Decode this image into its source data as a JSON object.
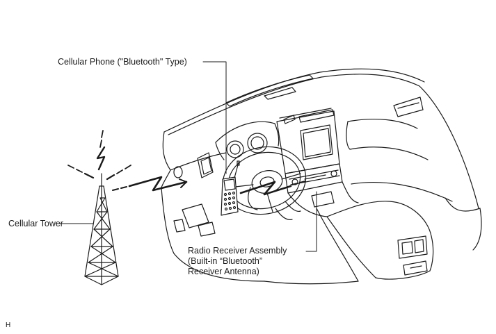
{
  "labels": {
    "cellular_phone": "Cellular Phone (\"Bluetooth\" Type)",
    "cellular_tower": "Cellular Tower",
    "radio_line1": "Radio Receiver Assembly",
    "radio_line2": "(Built-in “Bluetooth”",
    "radio_line3": "Receiver Antenna)",
    "corner_code": "H"
  },
  "colors": {
    "line": "#1a1a1a",
    "background": "#ffffff"
  }
}
